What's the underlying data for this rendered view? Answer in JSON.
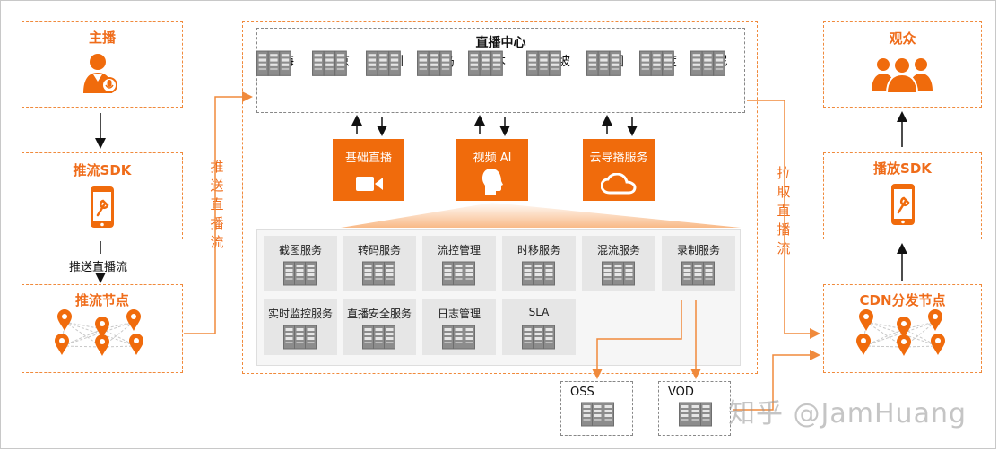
{
  "anchor": {
    "title": "主播"
  },
  "push_sdk": {
    "title": "推流SDK"
  },
  "push_label": "推送直播流",
  "push_node": {
    "title": "推流节点"
  },
  "push_vertical": "推送直播流",
  "center": {
    "title": "直播中心",
    "cities": [
      "上海",
      "北京",
      "深圳",
      "青岛",
      "日本",
      "新加坡",
      "德国",
      "印度",
      "印尼"
    ],
    "modules": [
      "基础直播",
      "视频 AI",
      "云导播服务"
    ],
    "services": [
      "截图服务",
      "转码服务",
      "流控管理",
      "时移服务",
      "混流服务",
      "录制服务",
      "实时监控服务",
      "直播安全服务",
      "日志管理",
      "SLA"
    ]
  },
  "pull_vertical": "拉取直播流",
  "storage": {
    "oss": "OSS",
    "vod": "VOD"
  },
  "audience": {
    "title": "观众"
  },
  "play_sdk": {
    "title": "播放SDK"
  },
  "cdn_node": {
    "title": "CDN分发节点"
  },
  "watermark": "知乎 @JamHuang",
  "colors": {
    "accent": "#ef6c1a",
    "tile": "#f06b0c",
    "service_bg": "#e6e6e6",
    "server_icon": "#8c8c8c"
  }
}
